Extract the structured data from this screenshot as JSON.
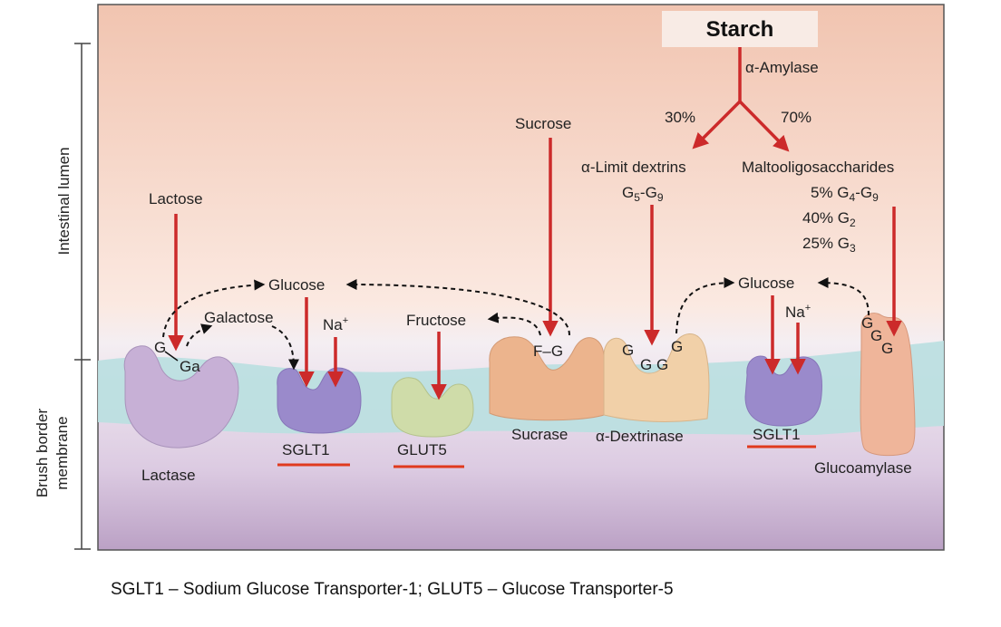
{
  "colors": {
    "lumen_top": "#f3c6b3",
    "lumen_mid": "#fbe7de",
    "membrane": "#bcdfe0",
    "cytoplasm_top": "#e6dcea",
    "cytoplasm_bottom": "#bfa6c8",
    "arrow_red": "#cc2a2a",
    "underline_red": "#e03a1e",
    "lactase": "#c7b0d6",
    "sglt1": "#9a8acb",
    "glut5": "#cfdca9",
    "sucrase": "#ecb48d",
    "dextrinase": "#f1d0a8",
    "glucoamylase": "#efb59a"
  },
  "axis": {
    "lumen_label": "Intestinal lumen",
    "membrane_label_line1": "Brush border",
    "membrane_label_line2": "membrane"
  },
  "lumen": {
    "starch": "Starch",
    "amylase": "α-Amylase",
    "pct_30": "30%",
    "pct_70": "70%",
    "limit_dextrins": "α-Limit dextrins",
    "g5g9": {
      "base1": "G",
      "sub1": "5",
      "mid": "-G",
      "sub2": "9"
    },
    "maltooligo": "Maltooligosaccharides",
    "mo_line1": {
      "pre": "5% G",
      "sub1": "4",
      "mid": "-G",
      "sub2": "9"
    },
    "mo_line2": {
      "pre": "40% G",
      "sub": "2"
    },
    "mo_line3": {
      "pre": "25% G",
      "sub": "3"
    },
    "sucrose": "Sucrose",
    "lactose": "Lactose",
    "glucose_left": "Glucose",
    "glucose_right": "Glucose",
    "galactose": "Galactose",
    "fructose": "Fructose",
    "na": "Na",
    "na_sup": "+",
    "na_right": "Na",
    "na_right_sup": "+"
  },
  "enzymes": {
    "lactase": "Lactase",
    "sglt1_left": "SGLT1",
    "glut5": "GLUT5",
    "sucrase": "Sucrase",
    "dextrinase": "α-Dextrinase",
    "sglt1_right": "SGLT1",
    "glucoamylase": "Glucoamylase"
  },
  "substrates": {
    "lactase_g": "G",
    "lactase_ga": "Ga",
    "sucrase_fg": "F–G",
    "dextrinase_g1": "G",
    "dextrinase_g2": "G",
    "dextrinase_g3": "G",
    "dextrinase_g4": "G",
    "gluco_g1": "G",
    "gluco_g2": "G",
    "gluco_g3": "G"
  },
  "caption": "SGLT1 – Sodium Glucose Transporter-1; GLUT5 – Glucose Transporter-5"
}
